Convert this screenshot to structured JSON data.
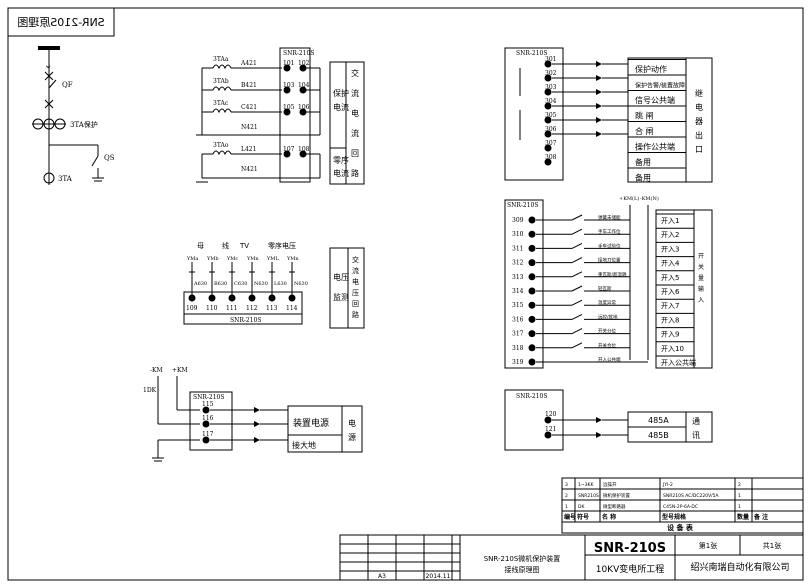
{
  "title_tab": "SNR-210S原理图",
  "feeder": {
    "qf": "QF",
    "ct": "3TA保护",
    "qs": "QS",
    "ta": "3TA"
  },
  "ac_current": {
    "module": "SNR-210S",
    "cts": [
      "3TAa",
      "3TAb",
      "3TAc",
      "3TAo"
    ],
    "wires": [
      "A421",
      "B421",
      "C421",
      "N421",
      "L421",
      "N421"
    ],
    "terms_left": [
      "101",
      "103",
      "105",
      "107"
    ],
    "terms_right": [
      "102",
      "104",
      "106",
      "108"
    ],
    "label_protect": "保护\n电流",
    "label_zero": "零序\n电流",
    "side": "交流电流回路"
  },
  "voltage": {
    "headers": [
      "母",
      "线",
      "TV",
      "零序电压"
    ],
    "small": [
      "YMa",
      "YMb",
      "YMc",
      "YMn",
      "YML",
      "YMn"
    ],
    "wires": [
      "A630",
      "B630",
      "C630",
      "N630",
      "L630",
      "N630"
    ],
    "terms": [
      "109",
      "110",
      "111",
      "112",
      "113",
      "114"
    ],
    "module": "SNR-210S",
    "label": "电压\n监测",
    "side": "交流电压回路"
  },
  "outputs": {
    "module": "SNR-210S",
    "terms": [
      "301",
      "302",
      "303",
      "304",
      "305",
      "306",
      "307",
      "308"
    ],
    "functions": [
      "保护动作",
      "保护告警/装置故障",
      "信号公共端",
      "跳 闸",
      "合 闸",
      "操作公共端",
      "备用",
      "备用"
    ],
    "side": "继电器出口"
  },
  "inputs": {
    "module": "SNR-210S",
    "top_labels": [
      "+KM(L)",
      "-KM(N)"
    ],
    "terms": [
      "309",
      "310",
      "311",
      "312",
      "313",
      "314",
      "315",
      "316",
      "317",
      "318",
      "319"
    ],
    "signals": [
      "弹簧未储能",
      "手车工作位",
      "手车试验位",
      "接地刀位置",
      "重瓦斯/超温跳",
      "轻瓦斯",
      "温度异常",
      "远控/就地",
      "开关分位",
      "开关合位",
      "开入公共端"
    ],
    "names": [
      "开入1",
      "开入2",
      "开入3",
      "开入4",
      "开入5",
      "开入6",
      "开入7",
      "开入8",
      "开入9",
      "开入10",
      "开入公共端"
    ],
    "side": "开关量输入"
  },
  "power": {
    "module": "SNR-210S",
    "labels": [
      "-KM",
      "+KM",
      "1DK"
    ],
    "terms": [
      "115",
      "116",
      "117"
    ],
    "name": "装置电源",
    "ground": "接大地",
    "side": "电源"
  },
  "comm": {
    "module": "SNR-210S",
    "terms": [
      "120",
      "121"
    ],
    "names": [
      "485A",
      "485B"
    ],
    "side": "通讯"
  },
  "equipment": {
    "rows": [
      [
        "3",
        "1~3KK",
        "远操开",
        "JYI-2",
        "2",
        ""
      ],
      [
        "2",
        "SNR210S",
        "微机保护装置",
        "SNR210S AC/DC220V/5A",
        "1",
        ""
      ],
      [
        "1",
        "DK",
        "微型断路器",
        "C45N-2P-6A-DC",
        "1",
        ""
      ]
    ],
    "header": [
      "编号",
      "符号",
      "名 称",
      "型号规格",
      "数量",
      "备 注"
    ],
    "caption": "设 备 表"
  },
  "titleblock": {
    "drawing_name": "SNR-210S微机保护装置\n接线原理图",
    "model": "SNR-210S",
    "sheet": "第1张",
    "total": "共1张",
    "project": "10KV变电所工程",
    "company": "绍兴南瑞自动化有限公司",
    "size": "A3",
    "year": "2014.11"
  }
}
